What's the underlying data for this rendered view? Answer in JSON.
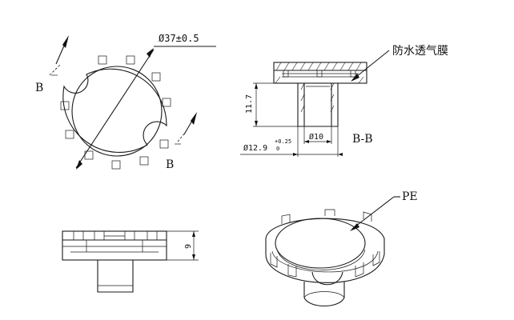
{
  "dimensions": {
    "outer_diameter": "Ø37±0.5",
    "section_height": "11.7",
    "stem_diameter": "Ø10",
    "base_diameter": "Ø12.9",
    "base_tol_upper": "+0.25",
    "base_tol_lower": "0",
    "front_height": "9"
  },
  "labels": {
    "section_mark_left": "B",
    "section_mark_right": "B",
    "section_title": "B-B",
    "membrane": "防水透气膜",
    "material": "PE"
  }
}
